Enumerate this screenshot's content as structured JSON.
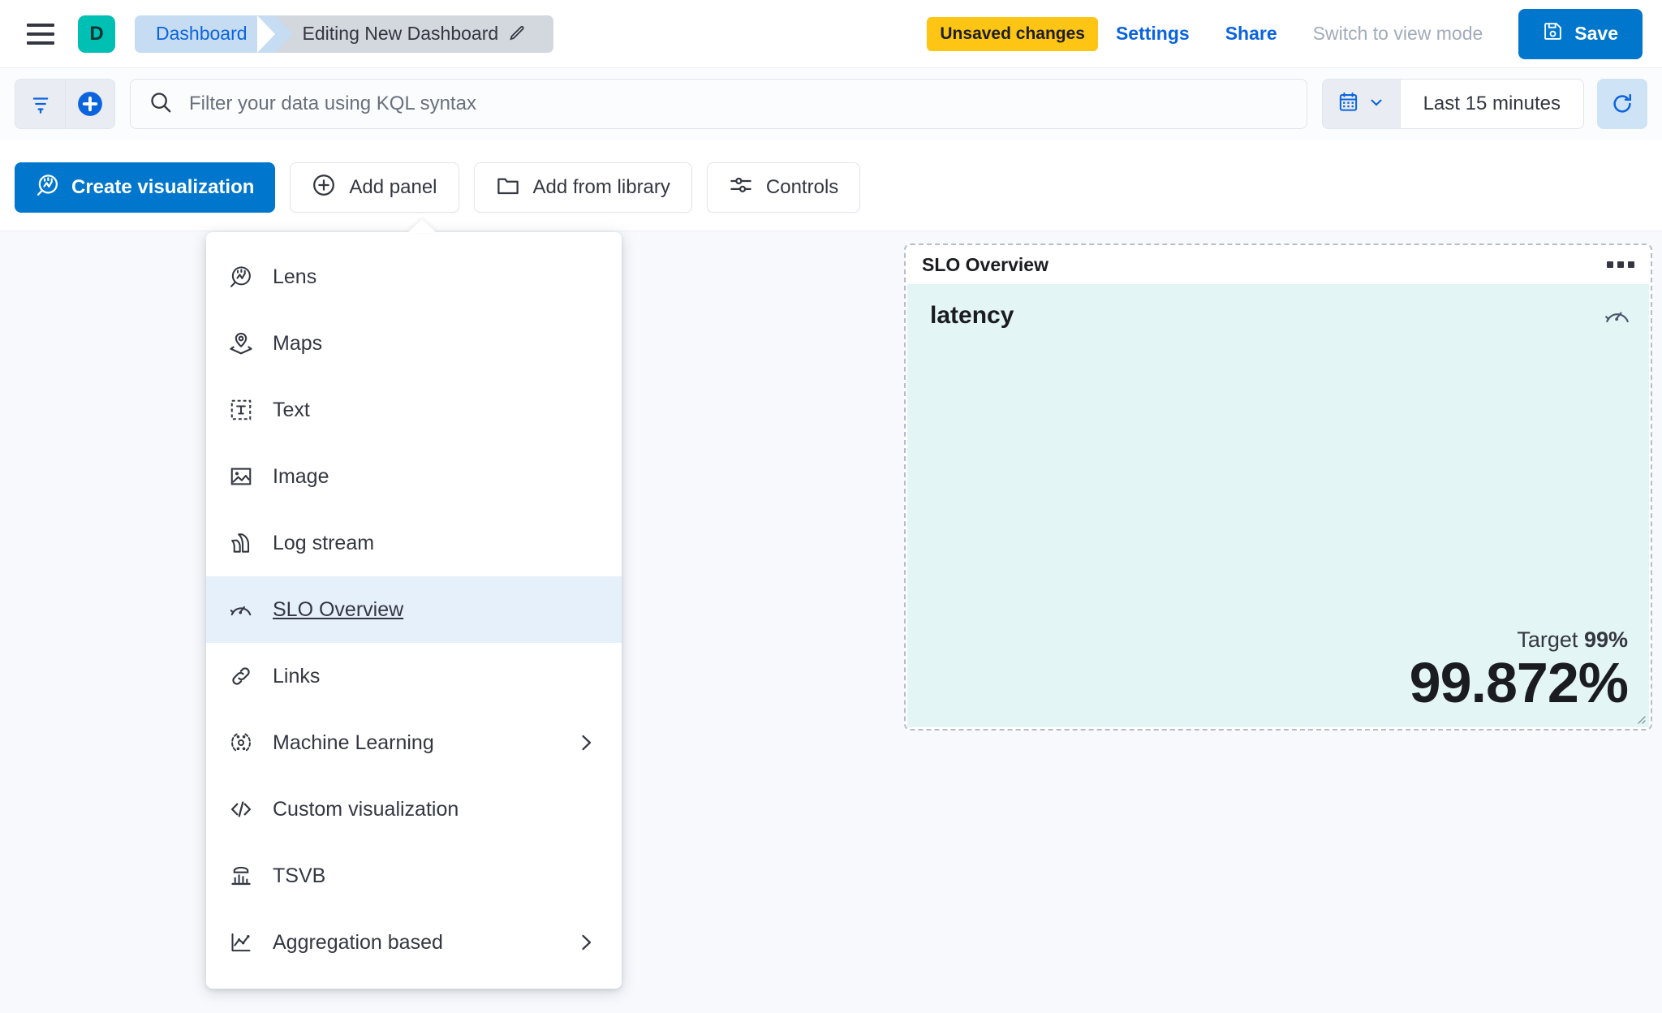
{
  "header": {
    "menu_icon": "hamburger-menu-icon",
    "space_initial": "D",
    "breadcrumb_app": "Dashboard",
    "breadcrumb_current": "Editing New Dashboard",
    "edit_icon": "pencil-icon",
    "unsaved_badge": "Unsaved changes",
    "settings_label": "Settings",
    "share_label": "Share",
    "view_mode_label": "Switch to view mode",
    "save_label": "Save",
    "save_icon": "save-disk-icon",
    "accent_blue": "#0077cc",
    "badge_yellow": "#fec514",
    "space_teal": "#00bfb3"
  },
  "querybar": {
    "filter_icon": "filter-icon",
    "add_filter_icon": "plus-circle-icon",
    "search_icon": "search-icon",
    "placeholder": "Filter your data using KQL syntax",
    "value": "",
    "calendar_icon": "calendar-icon",
    "chevron_icon": "chevron-down-icon",
    "time_range": "Last 15 minutes",
    "refresh_icon": "refresh-icon"
  },
  "toolbar": {
    "create_visualization": "Create visualization",
    "create_visualization_icon": "lens-icon",
    "add_panel": "Add panel",
    "add_panel_icon": "plus-circle-icon",
    "add_from_library": "Add from library",
    "add_from_library_icon": "folder-icon",
    "controls": "Controls",
    "controls_icon": "controls-sliders-icon"
  },
  "add_panel_menu": {
    "items": [
      {
        "label": "Lens",
        "icon": "lens-icon",
        "selected": false,
        "has_submenu": false
      },
      {
        "label": "Maps",
        "icon": "maps-pin-layers-icon",
        "selected": false,
        "has_submenu": false
      },
      {
        "label": "Text",
        "icon": "text-box-icon",
        "selected": false,
        "has_submenu": false
      },
      {
        "label": "Image",
        "icon": "image-icon",
        "selected": false,
        "has_submenu": false
      },
      {
        "label": "Log stream",
        "icon": "log-stream-icon",
        "selected": false,
        "has_submenu": false
      },
      {
        "label": "SLO Overview",
        "icon": "gauge-icon",
        "selected": true,
        "has_submenu": false
      },
      {
        "label": "Links",
        "icon": "link-chain-icon",
        "selected": false,
        "has_submenu": false
      },
      {
        "label": "Machine Learning",
        "icon": "machine-learning-icon",
        "selected": false,
        "has_submenu": true
      },
      {
        "label": "Custom visualization",
        "icon": "code-brackets-icon",
        "selected": false,
        "has_submenu": false
      },
      {
        "label": "TSVB",
        "icon": "tsvb-chart-icon",
        "selected": false,
        "has_submenu": false
      },
      {
        "label": "Aggregation based",
        "icon": "aggregation-line-chart-icon",
        "selected": false,
        "has_submenu": true
      }
    ]
  },
  "slo_panel": {
    "panel_title": "SLO Overview",
    "context_menu_icon": "panel-options-dots-icon",
    "metric_name": "latency",
    "gauge_icon": "gauge-icon",
    "target_label": "Target",
    "target_value": "99%",
    "sli_value": "99.872%",
    "background_color": "#e3f5f4"
  }
}
